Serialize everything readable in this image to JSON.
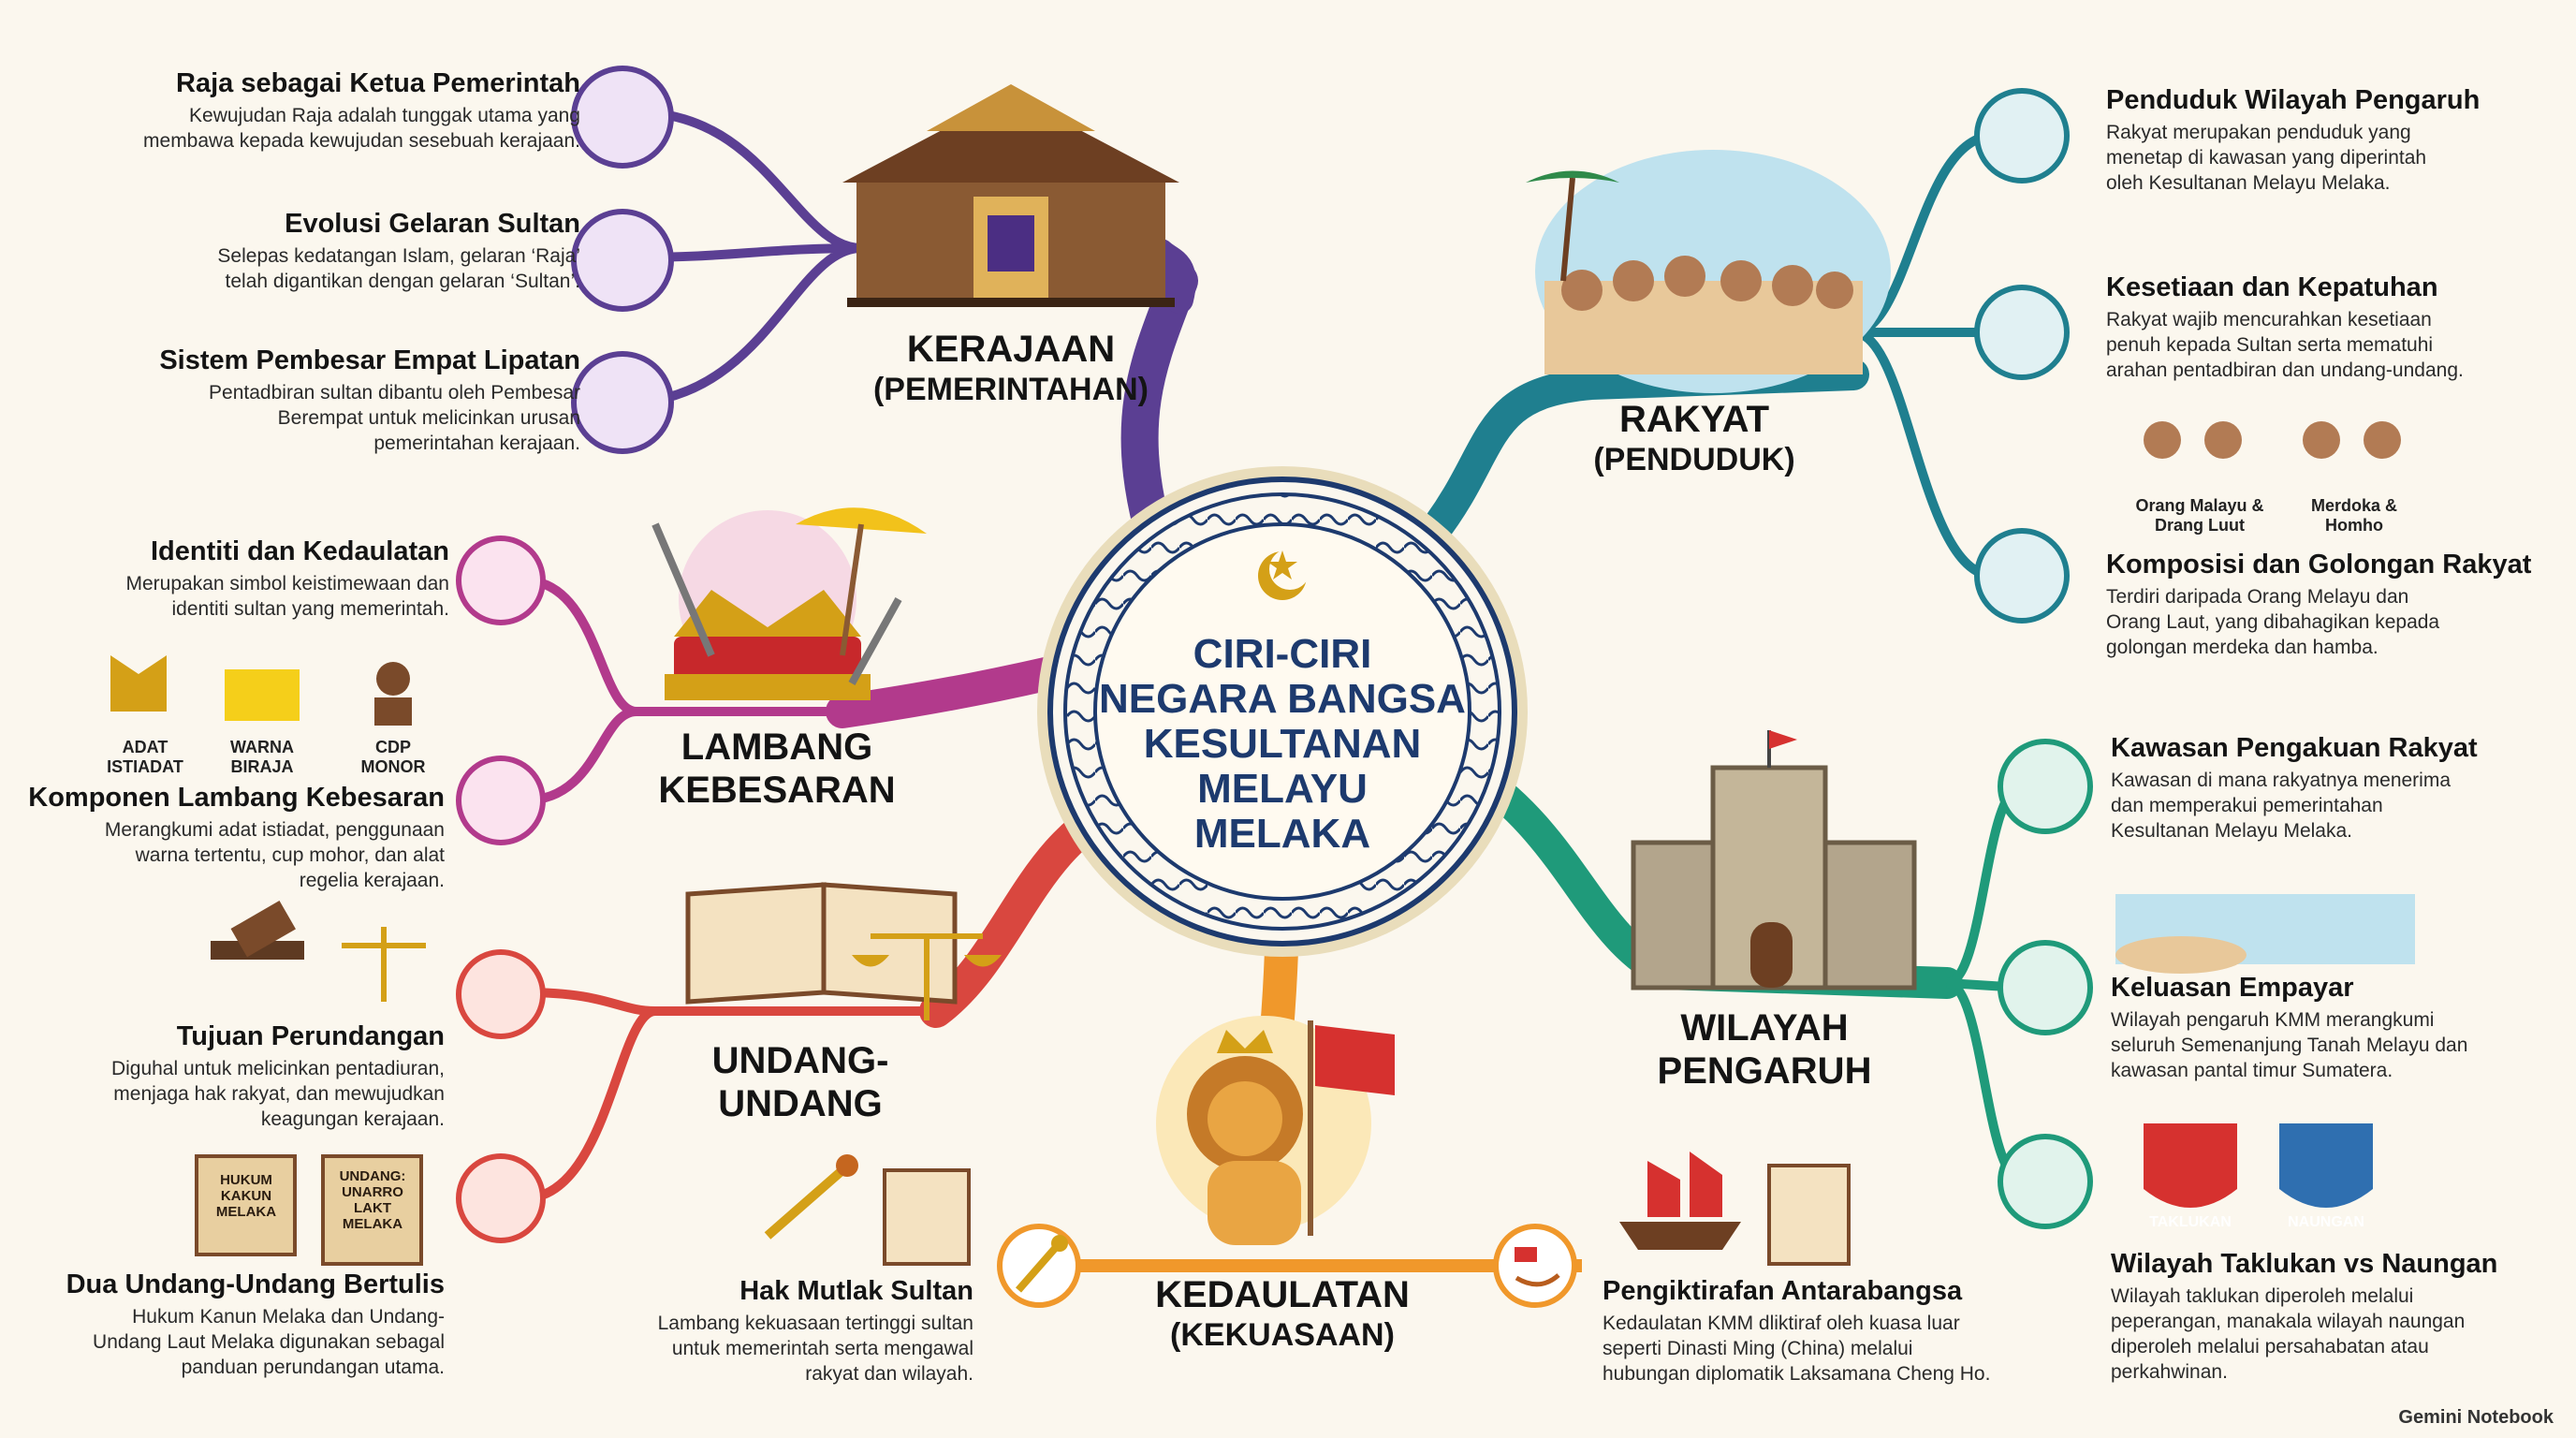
{
  "center": {
    "lines": [
      "CIRI-CIRI",
      "NEGARA BANGSA",
      "KESULTANAN",
      "MELAYU",
      "MELAKA"
    ]
  },
  "branches": {
    "kerajaan": {
      "line1": "KERAJAAN",
      "line2": "(PEMERINTAHAN)"
    },
    "lambang": {
      "line1": "LAMBANG",
      "line2": "KEBESARAN"
    },
    "undang": {
      "line1": "UNDANG-",
      "line2": "UNDANG"
    },
    "kedaulatan": {
      "line1": "KEDAULATAN",
      "line2": "(KEKUASAAN)"
    },
    "rakyat": {
      "line1": "RAKYAT",
      "line2": "(PENDUDUK)"
    },
    "wilayah": {
      "line1": "WILAYAH",
      "line2": "PENGARUH"
    }
  },
  "kerajaan_items": [
    {
      "title": "Raja sebagai Ketua Pemerintah",
      "desc": [
        "Kewujudan Raja adalah tunggak utama yang",
        "membawa kepada kewujudan sesebuah kerajaan."
      ]
    },
    {
      "title": "Evolusi Gelaran Sultan",
      "desc": [
        "Selepas kedatangan Islam, gelaran ‘Raja’",
        "telah digantikan dengan gelaran ‘Sultan’."
      ]
    },
    {
      "title": "Sistem Pembesar Empat Lipatan",
      "desc": [
        "Pentadbiran sultan dibantu oleh Pembesar",
        "Berempat untuk melicinkan urusan",
        "pemerintahan kerajaan."
      ]
    }
  ],
  "lambang_items": [
    {
      "title": "Identiti dan Kedaulatan",
      "desc": [
        "Merupakan simbol keistimewaan dan",
        "identiti sultan yang memerintah."
      ]
    },
    {
      "title": "Komponen Lambang Kebesaran",
      "desc": [
        "Merangkumi adat istiadat, penggunaan",
        "warna tertentu, cup mohor, dan alat",
        "regelia kerajaan."
      ]
    }
  ],
  "lambang_small": [
    {
      "l1": "ADAT",
      "l2": "ISTIADAT"
    },
    {
      "l1": "WARNA",
      "l2": "BIRAJA"
    },
    {
      "l1": "CDP",
      "l2": "MONOR"
    }
  ],
  "undang_items": [
    {
      "title": "Tujuan Perundangan",
      "desc": [
        "Diguhal untuk melicinkan pentadiuran,",
        "menjaga hak rakyat, dan mewujudkan",
        "keagungan kerajaan."
      ]
    },
    {
      "title": "Dua Undang-Undang Bertulis",
      "desc": [
        "Hukum Kanun Melaka dan Undang-",
        "Undang Laut Melaka digunakan sebagal",
        "panduan perundangan utama."
      ]
    }
  ],
  "scrolls": [
    {
      "lines": [
        "HUKUM",
        "KAKUN",
        "MELAKA"
      ]
    },
    {
      "lines": [
        "UNDANG:",
        "UNARRO",
        "LAKT",
        "MELAKA"
      ]
    }
  ],
  "kedaulatan_items": [
    {
      "title": "Hak Mutlak Sultan",
      "desc": [
        "Lambang kekuasaan tertinggi sultan",
        "untuk memerintah serta mengawal",
        "rakyat dan wilayah."
      ]
    },
    {
      "title": "Pengiktirafan Antarabangsa",
      "desc": [
        "Kedaulatan KMM dliktiraf oleh kuasa luar",
        "seperti Dinasti Ming (China) melalui",
        "hubungan diplomatik Laksamana Cheng Ho."
      ]
    }
  ],
  "rakyat_items": [
    {
      "title": "Penduduk Wilayah Pengaruh",
      "desc": [
        "Rakyat merupakan penduduk yang",
        "menetap di kawasan yang diperintah",
        "oleh Kesultanan Melayu Melaka."
      ]
    },
    {
      "title": "Kesetiaan dan Kepatuhan",
      "desc": [
        "Rakyat wajib mencurahkan kesetiaan",
        "penuh kepada Sultan serta mematuhi",
        "arahan pentadbiran dan undang-undang."
      ]
    },
    {
      "title": "Komposisi dan Golongan Rakyat",
      "desc": [
        "Terdiri daripada Orang Melayu dan",
        "Orang Laut, yang dibahagikan kepada",
        "golongan merdeka dan hamba."
      ]
    }
  ],
  "rakyat_small": [
    {
      "l1": "Orang Malayu &",
      "l2": "Drang Luut"
    },
    {
      "l1": "Merdoka &",
      "l2": "Homho"
    }
  ],
  "wilayah_items": [
    {
      "title": "Kawasan Pengakuan Rakyat",
      "desc": [
        "Kawasan di mana rakyatnya menerima",
        "dan memperakui pemerintahan",
        "Kesultanan Melayu Melaka."
      ]
    },
    {
      "title": "Keluasan Empayar",
      "desc": [
        "Wilayah pengaruh KMM merangkumi",
        "seluruh Semenanjung Tanah Melayu dan",
        "kawasan pantal timur Sumatera."
      ]
    },
    {
      "title": "Wilayah Taklukan vs Naungan",
      "desc": [
        "Wilayah taklukan diperoleh melalui",
        "peperangan, manakala wilayah naungan",
        "diperoleh melalui persahabatan atau",
        "perkahwinan."
      ]
    }
  ],
  "badges": {
    "left": "TAKLUKAN",
    "right": "NAUNGAN"
  },
  "brand": "Gemini Notebook",
  "colors": {
    "kerajaan": "#5b3f93",
    "lambang": "#b23a8c",
    "undang": "#d9473f",
    "kedaulatan": "#f0982b",
    "rakyat": "#1f7f8f",
    "wilayah": "#1f9a7a",
    "center_ring": "#1d3a6e",
    "gold": "#d4a017"
  }
}
